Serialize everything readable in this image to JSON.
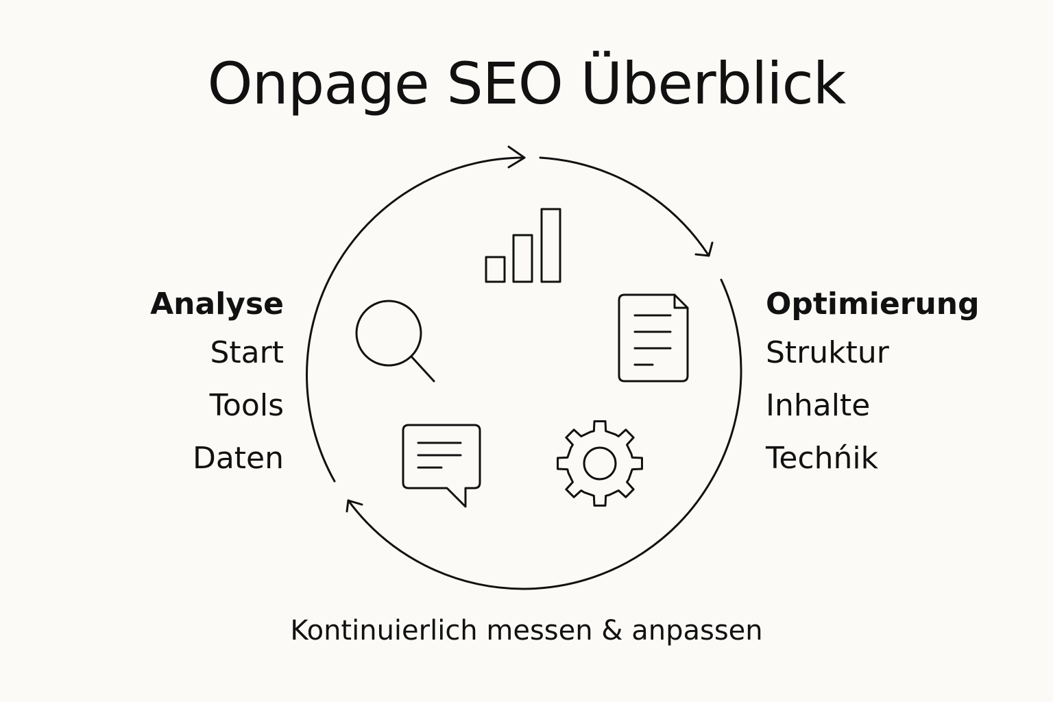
{
  "title": "Onpage SEO Überblick",
  "left_column": {
    "heading": "Analyse",
    "items": [
      "Start",
      "Tools",
      "Daten"
    ]
  },
  "right_column": {
    "heading": "Optimierung",
    "items": [
      "Struktur",
      "Inhalte",
      "Techńik"
    ]
  },
  "footer": "Kontinuierlich messen & anpassen",
  "icons": [
    "bar-chart-icon",
    "search-icon",
    "document-icon",
    "chat-bubble-icon",
    "gear-icon"
  ],
  "colors": {
    "background": "#fbfaf6",
    "ink": "#111111"
  }
}
